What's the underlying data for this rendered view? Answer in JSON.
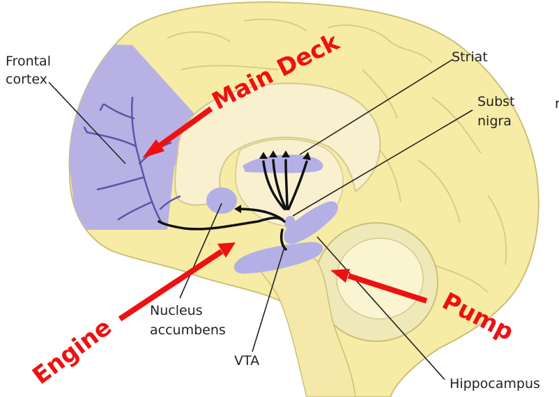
{
  "labels": {
    "frontal_1": "Frontal",
    "frontal_2": "cortex",
    "striat": "Striat",
    "subst_1": "Subst",
    "subst_2": "nigra",
    "nucleus_1": "Nucleus",
    "nucleus_2": "accumbens",
    "vta": "VTA",
    "hippocampus": "Hippocampus",
    "edge_glyph": "r"
  },
  "annotations": {
    "main_deck": "Main Deck",
    "engine": "Engine",
    "pump": "Pump"
  },
  "colors": {
    "brain": "#f7eca5",
    "brain_outline": "#cbbf78",
    "inner": "#f8f0cf",
    "frontal": "#b8b2e4",
    "purple": "#b4b0e6",
    "pathway": "#111111",
    "annotation": "#ee1111"
  }
}
